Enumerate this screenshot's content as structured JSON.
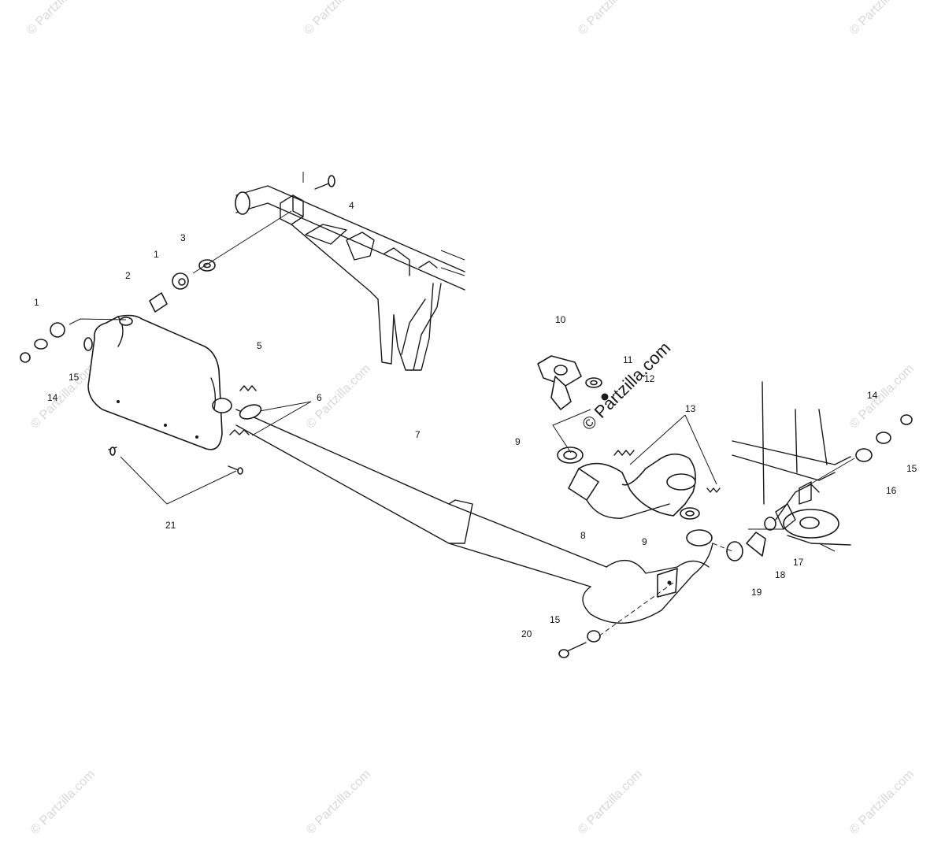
{
  "watermark": {
    "text": "© Partzilla.com",
    "center_text": "© Partzilla.com"
  },
  "callouts": {
    "c1a": "1",
    "c1b": "1",
    "c2": "2",
    "c3": "3",
    "c4": "4",
    "c5": "5",
    "c6": "6",
    "c7": "7",
    "c8": "8",
    "c9a": "9",
    "c9b": "9",
    "c10": "10",
    "c11": "11",
    "c12": "12",
    "c13": "13",
    "c14a": "14",
    "c14b": "14",
    "c15a": "15",
    "c15b": "15",
    "c15c": "15",
    "c16": "16",
    "c17": "17",
    "c18": "18",
    "c19": "19",
    "c20": "20",
    "c21": "21"
  }
}
